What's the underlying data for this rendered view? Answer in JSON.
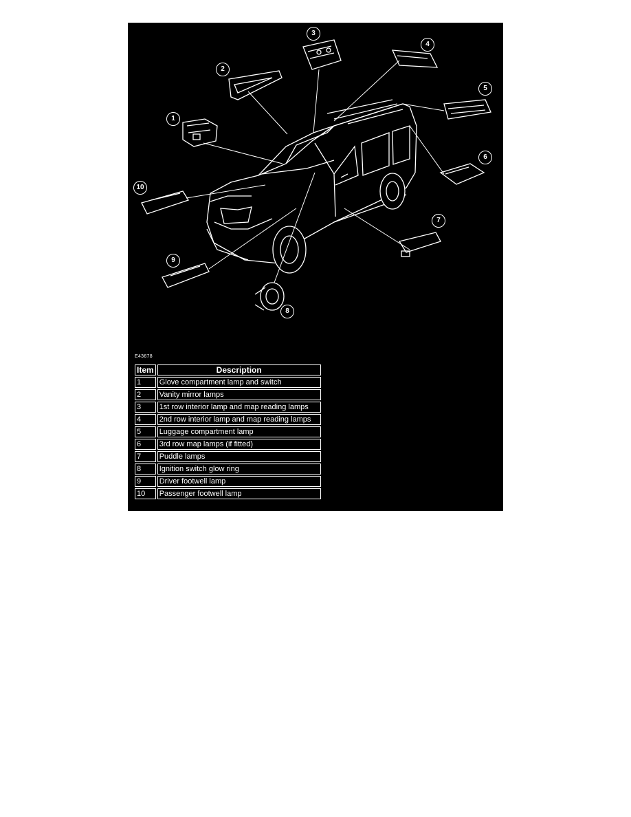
{
  "figure_ref": "E43678",
  "callouts": [
    "1",
    "2",
    "3",
    "4",
    "5",
    "6",
    "7",
    "8",
    "9",
    "10"
  ],
  "table": {
    "header_item": "Item",
    "header_description": "Description",
    "rows": [
      {
        "item": "1",
        "description": "Glove compartment lamp and switch"
      },
      {
        "item": "2",
        "description": "Vanity mirror lamps"
      },
      {
        "item": "3",
        "description": "1st row interior lamp and map reading lamps"
      },
      {
        "item": "4",
        "description": "2nd row interior lamp and map reading lamps"
      },
      {
        "item": "5",
        "description": "Luggage compartment lamp"
      },
      {
        "item": "6",
        "description": "3rd row map lamps (if fitted)"
      },
      {
        "item": "7",
        "description": "Puddle lamps"
      },
      {
        "item": "8",
        "description": "Ignition switch glow ring"
      },
      {
        "item": "9",
        "description": "Driver footwell lamp"
      },
      {
        "item": "10",
        "description": "Passenger footwell lamp"
      }
    ]
  },
  "colors": {
    "background": "#000000",
    "line": "#ffffff"
  }
}
